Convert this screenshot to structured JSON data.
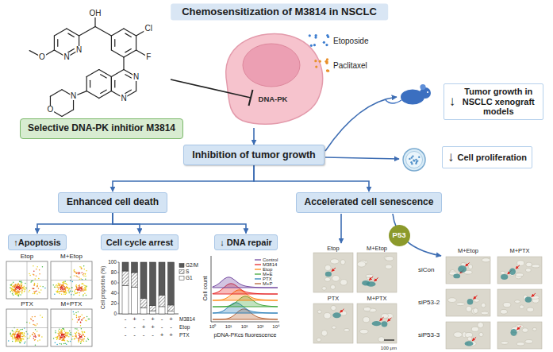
{
  "diagram": {
    "title": "Chemosensitization of M3814 in NSCLC",
    "nodes": [
      {
        "text": [
          "Selective DNA-PK inhitior M3814"
        ]
      },
      {
        "text": [
          "Inhibition of tumor growth"
        ]
      },
      {
        "text": [
          "↓",
          "Tumor growth in NSCLC xenograft models"
        ]
      },
      {
        "text": [
          "↓",
          "Cell proliferation"
        ]
      },
      {
        "text": [
          "Enhanced cell death"
        ]
      },
      {
        "text": [
          "Accelerated cell senescence"
        ]
      },
      {
        "text": [
          "↑Apoptosis"
        ]
      },
      {
        "text": [
          "Cell cycle arrest"
        ]
      },
      {
        "text": [
          "↓ DNA repair"
        ]
      },
      {
        "text": [
          "P53"
        ]
      }
    ],
    "edges": [
      {
        "from": 1,
        "to": 4,
        "arrow": "to"
      },
      {
        "from": 1,
        "to": 5,
        "arrow": "to"
      },
      {
        "from": 4,
        "to": 6,
        "arrow": "to"
      },
      {
        "from": 4,
        "to": 7,
        "arrow": "to"
      },
      {
        "from": 4,
        "to": 8,
        "arrow": "to"
      }
    ],
    "labels": [
      "O",
      "N",
      "N",
      "OH",
      "Cl",
      "F",
      "N",
      "N",
      "N",
      "O",
      "DNA-PK",
      "Etoposide",
      "Paclitaxel",
      "Etop",
      "M+Etop",
      "PTX",
      "M+PTX",
      "Cell proportion (%)",
      "100",
      "80",
      "60",
      "40",
      "20",
      "0",
      "-",
      "+",
      "-",
      "+",
      "-",
      "+",
      "M3814",
      "-",
      "-",
      "+",
      "+",
      "-",
      "-",
      "Etop",
      "-",
      "-",
      "-",
      "-",
      "+",
      "+",
      "PTX",
      "Cell count",
      "pDNA-PKcs fluorescence",
      "10⁰",
      "10¹",
      "10²",
      "10³",
      "10⁴",
      "Etop",
      "M+Etop",
      "PTX",
      "M+PTX",
      "100 μm",
      "M+Etop",
      "M+PTX",
      "siCon",
      "siP53-2",
      "siP53-3"
    ],
    "legend": [
      {
        "text": "G2/M",
        "color": "#595959"
      },
      {
        "text": "S"
      },
      {
        "text": "G1",
        "color": "#ffffff"
      },
      {
        "text": "Control"
      },
      {
        "text": "M3814"
      },
      {
        "text": "Etop"
      },
      {
        "text": "M+E"
      },
      {
        "text": "PTX"
      },
      {
        "text": "M+P"
      }
    ]
  }
}
